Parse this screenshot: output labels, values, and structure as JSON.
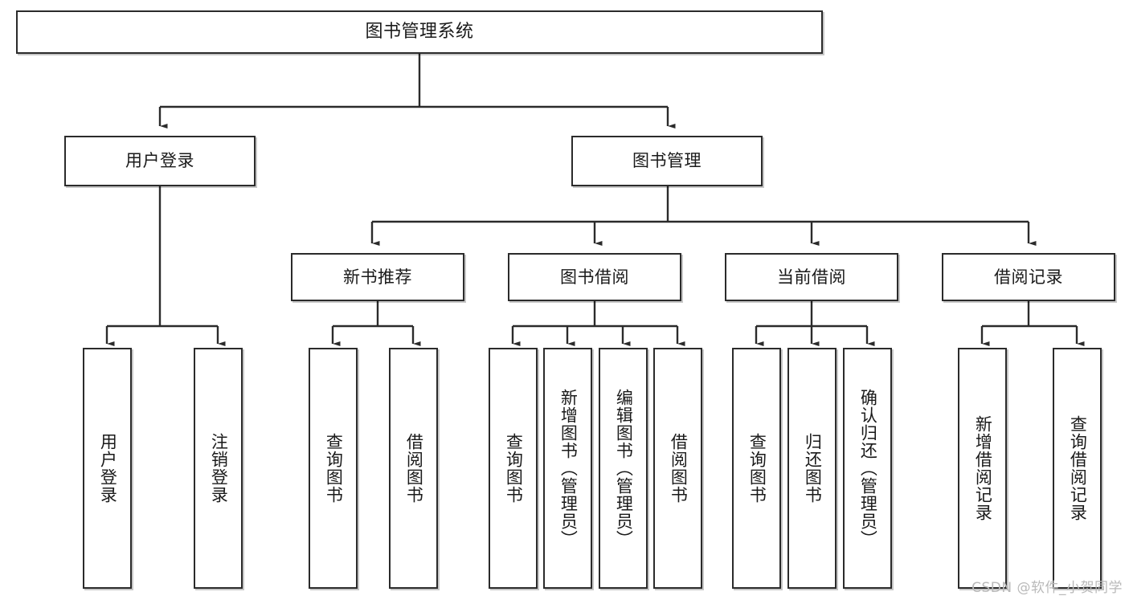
{
  "diagram": {
    "title": "图书管理系统",
    "watermark": "CSDN @软件_小贺同学",
    "line_color": "#2b2b2b",
    "box_fill": "#ffffff",
    "text_color": "#1a1a1a",
    "nodes": {
      "root": "图书管理系统",
      "level2": {
        "user_login": "用户登录",
        "book_manage": "图书管理"
      },
      "level3": {
        "new_book_recommend": "新书推荐",
        "book_borrow": "图书借阅",
        "current_borrow": "当前借阅",
        "borrow_record": "借阅记录"
      },
      "leaves": {
        "login_1": "用户登录",
        "login_2": "注销登录",
        "recommend_1": "查询图书",
        "recommend_2": "借阅图书",
        "borrow_1": "查询图书",
        "borrow_2": "新增图书（管理员）",
        "borrow_3": "编辑图书（管理员）",
        "borrow_4": "借阅图书",
        "current_1": "查询图书",
        "current_2": "归还图书",
        "current_3": "确认归还（管理员）",
        "record_1": "新增借阅记录",
        "record_2": "查询借阅记录"
      }
    }
  }
}
